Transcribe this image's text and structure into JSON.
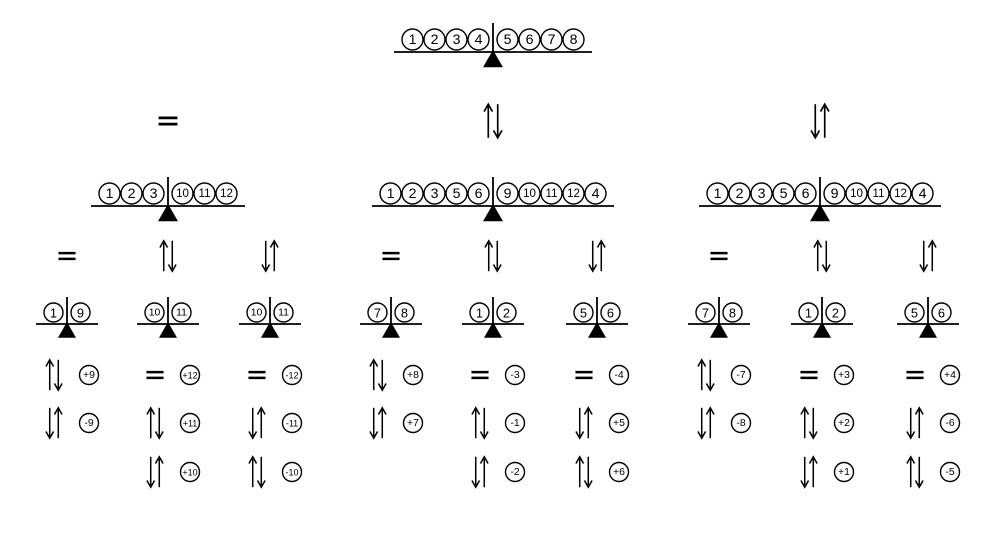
{
  "symbols": {
    "equal": "=",
    "up_down": "⇅",
    "down_up": "⇵"
  },
  "root": {
    "left": [
      "1",
      "2",
      "3",
      "4"
    ],
    "right": [
      "5",
      "6",
      "7",
      "8"
    ]
  },
  "branches": [
    {
      "id": "b1",
      "sym": "equal",
      "weighing": {
        "left": [
          "1",
          "2",
          "3"
        ],
        "right": [
          "10",
          "11",
          "12"
        ]
      },
      "subs": [
        {
          "sym": "equal",
          "weighing": {
            "left": [
              "1"
            ],
            "right": [
              "9"
            ]
          },
          "outcomes": [
            {
              "sym": "up_down",
              "value": "+9"
            },
            {
              "sym": "down_up",
              "value": "-9"
            }
          ]
        },
        {
          "sym": "up_down",
          "weighing": {
            "left": [
              "10"
            ],
            "right": [
              "11"
            ]
          },
          "outcomes": [
            {
              "sym": "equal",
              "value": "+12"
            },
            {
              "sym": "up_down",
              "value": "+11"
            },
            {
              "sym": "down_up",
              "value": "+10"
            }
          ]
        },
        {
          "sym": "down_up",
          "weighing": {
            "left": [
              "10"
            ],
            "right": [
              "11"
            ]
          },
          "outcomes": [
            {
              "sym": "equal",
              "value": "-12"
            },
            {
              "sym": "down_up",
              "value": "-11"
            },
            {
              "sym": "up_down",
              "value": "-10"
            }
          ]
        }
      ]
    },
    {
      "id": "b2",
      "sym": "up_down",
      "weighing": {
        "left": [
          "1",
          "2",
          "3",
          "5",
          "6"
        ],
        "right": [
          "9",
          "10",
          "11",
          "12",
          "4"
        ]
      },
      "subs": [
        {
          "sym": "equal",
          "weighing": {
            "left": [
              "7"
            ],
            "right": [
              "8"
            ]
          },
          "outcomes": [
            {
              "sym": "up_down",
              "value": "+8"
            },
            {
              "sym": "down_up",
              "value": "+7"
            }
          ]
        },
        {
          "sym": "up_down",
          "weighing": {
            "left": [
              "1"
            ],
            "right": [
              "2"
            ]
          },
          "outcomes": [
            {
              "sym": "equal",
              "value": "-3"
            },
            {
              "sym": "up_down",
              "value": "-1"
            },
            {
              "sym": "down_up",
              "value": "-2"
            }
          ]
        },
        {
          "sym": "down_up",
          "weighing": {
            "left": [
              "5"
            ],
            "right": [
              "6"
            ]
          },
          "outcomes": [
            {
              "sym": "equal",
              "value": "-4"
            },
            {
              "sym": "down_up",
              "value": "+5"
            },
            {
              "sym": "up_down",
              "value": "+6"
            }
          ]
        }
      ]
    },
    {
      "id": "b3",
      "sym": "down_up",
      "weighing": {
        "left": [
          "1",
          "2",
          "3",
          "5",
          "6"
        ],
        "right": [
          "9",
          "10",
          "11",
          "12",
          "4"
        ]
      },
      "subs": [
        {
          "sym": "equal",
          "weighing": {
            "left": [
              "7"
            ],
            "right": [
              "8"
            ]
          },
          "outcomes": [
            {
              "sym": "up_down",
              "value": "-7"
            },
            {
              "sym": "down_up",
              "value": "-8"
            }
          ]
        },
        {
          "sym": "up_down",
          "weighing": {
            "left": [
              "1"
            ],
            "right": [
              "2"
            ]
          },
          "outcomes": [
            {
              "sym": "equal",
              "value": "+3"
            },
            {
              "sym": "up_down",
              "value": "+2"
            },
            {
              "sym": "down_up",
              "value": "+1"
            }
          ]
        },
        {
          "sym": "down_up",
          "weighing": {
            "left": [
              "5"
            ],
            "right": [
              "6"
            ]
          },
          "outcomes": [
            {
              "sym": "equal",
              "value": "+4"
            },
            {
              "sym": "down_up",
              "value": "-6"
            },
            {
              "sym": "up_down",
              "value": "-5"
            }
          ]
        }
      ]
    }
  ]
}
